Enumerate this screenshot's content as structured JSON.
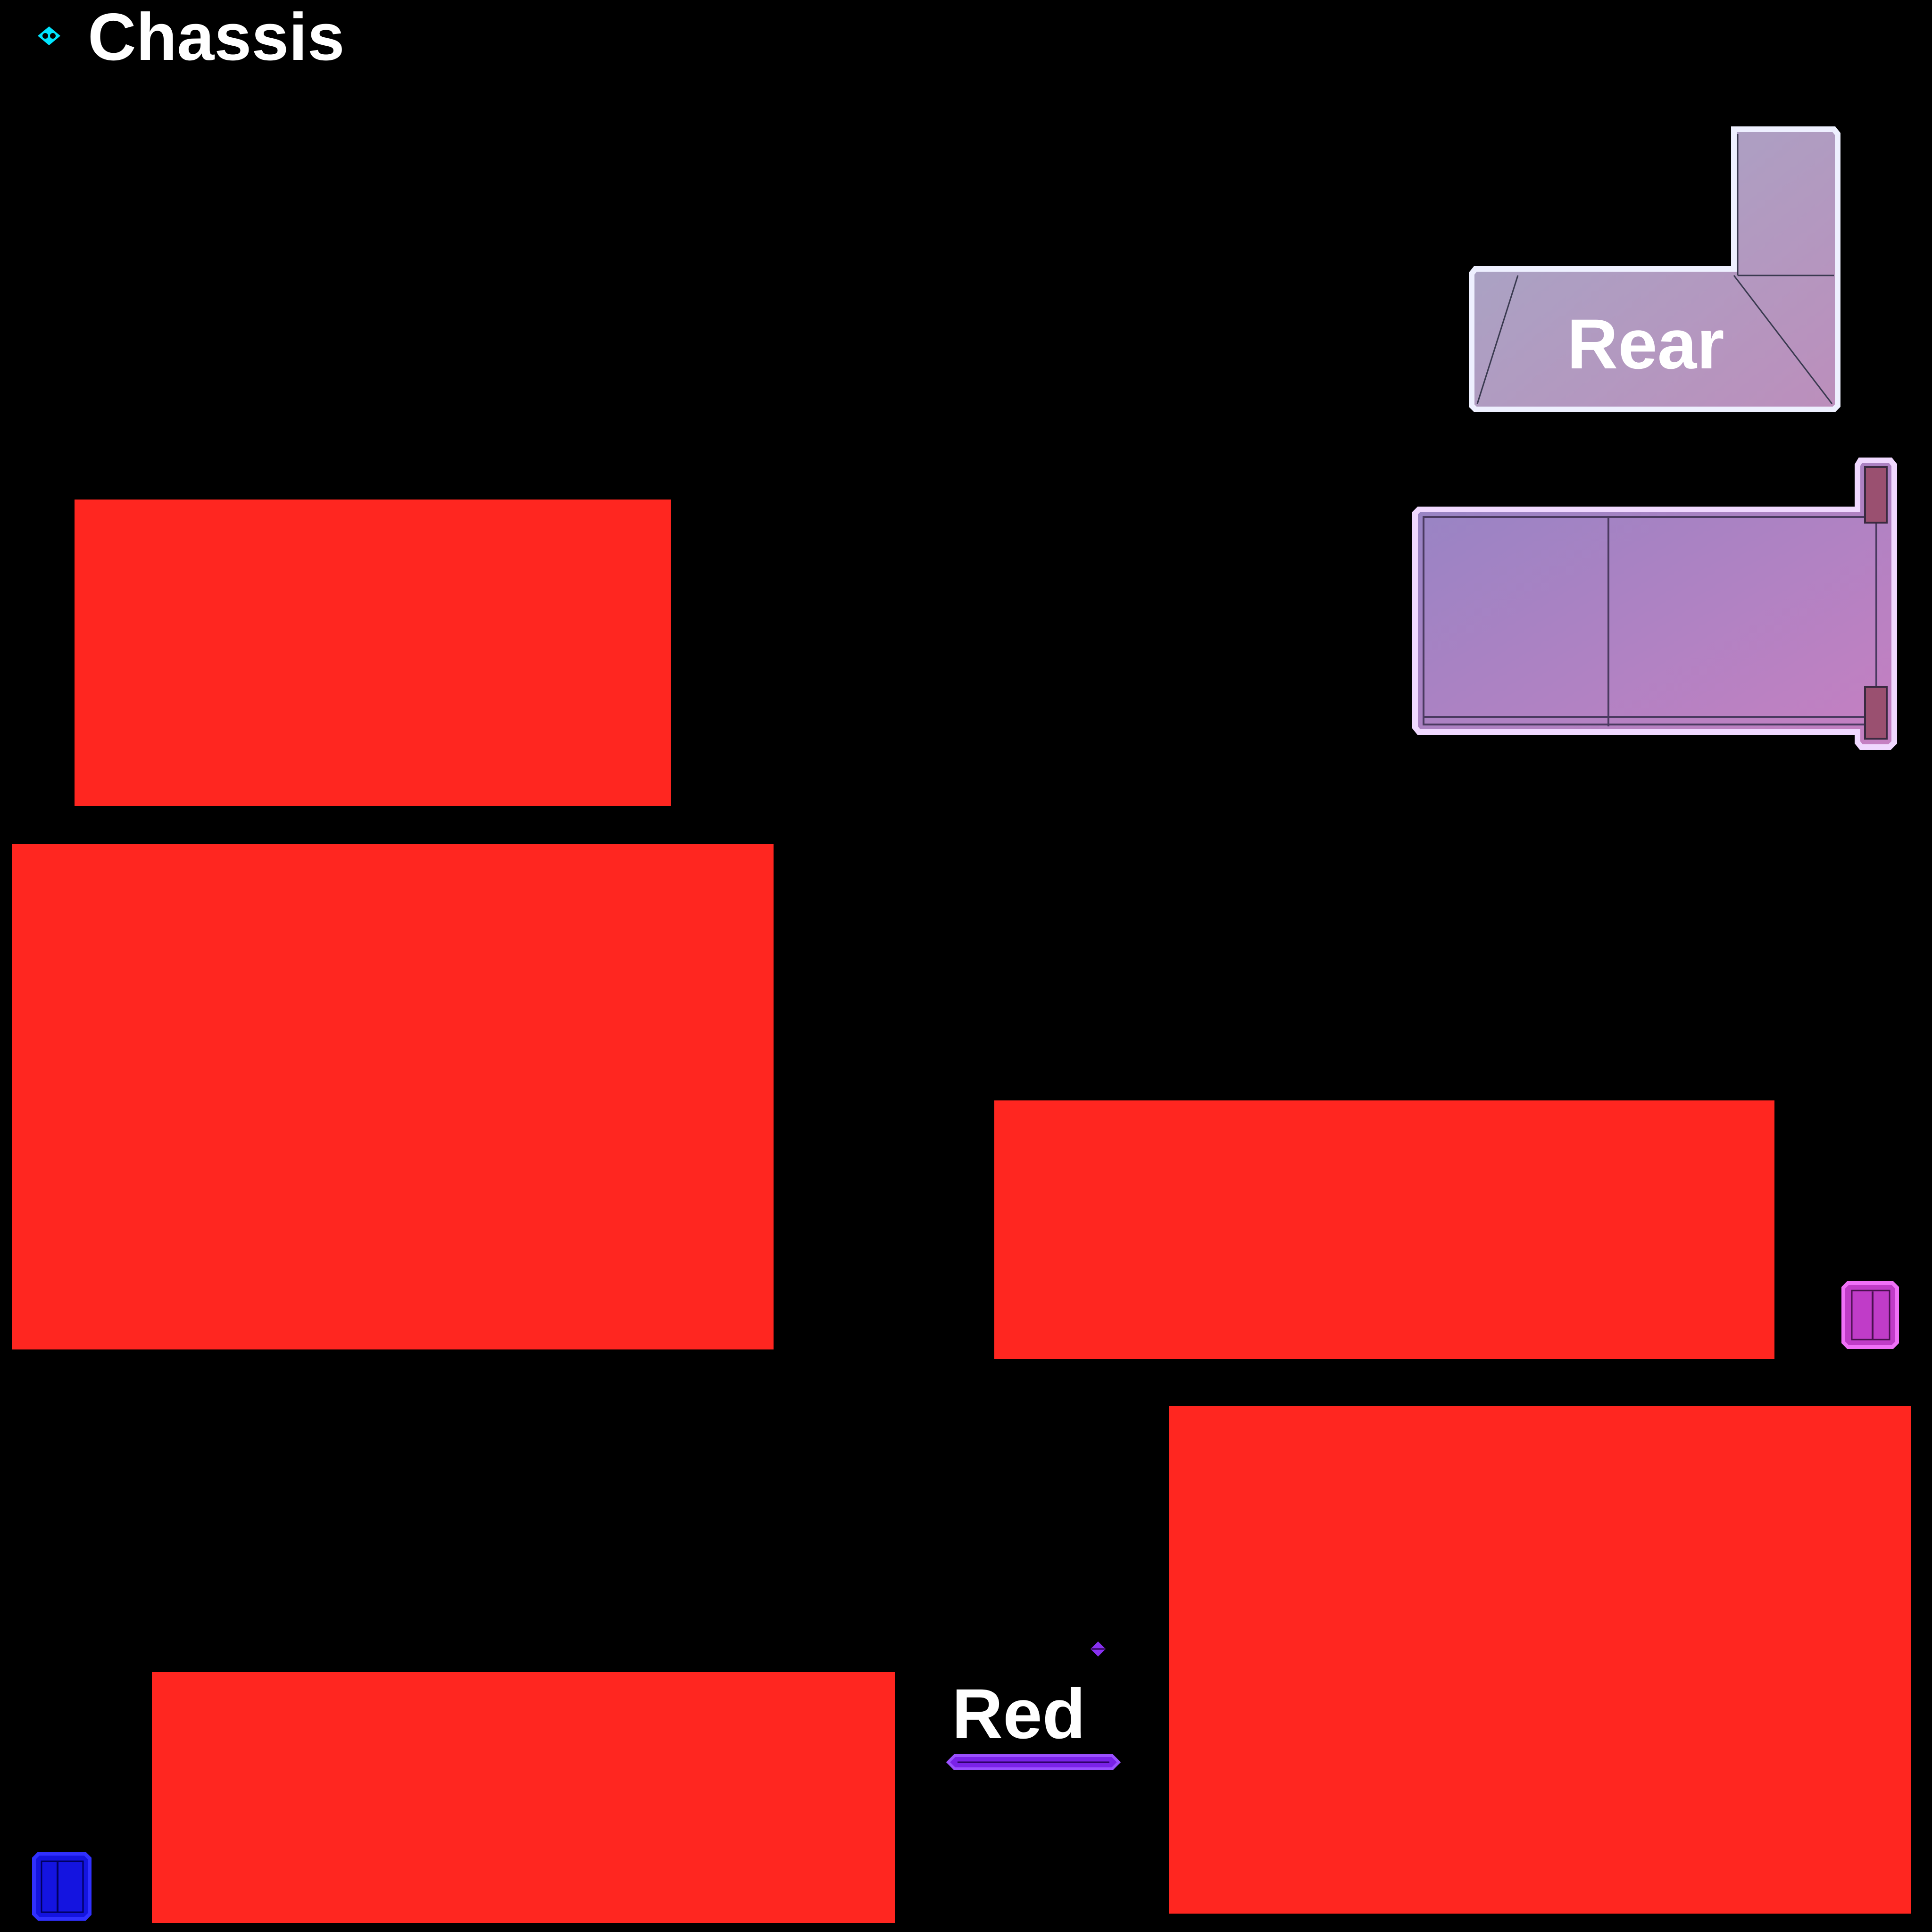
{
  "sheet": {
    "title": "Chassis",
    "title_icon": "cyan-diamond-icon"
  },
  "labels": {
    "rear": "Rear",
    "red": "Red"
  },
  "colors": {
    "background": "#000000",
    "swatch_red": "#ff2620",
    "title_icon": "#00e5ff",
    "rear_gradient_start": "#9aa3c4",
    "rear_gradient_end": "#b88ab8",
    "side_gradient_start": "#8f7fc0",
    "side_gradient_end": "#c77fc0",
    "outline_glow": "#e8d8ff",
    "magenta_piece": "#c040c8",
    "blue_piece": "#1010e0",
    "purple_bar": "#7a20e0"
  }
}
